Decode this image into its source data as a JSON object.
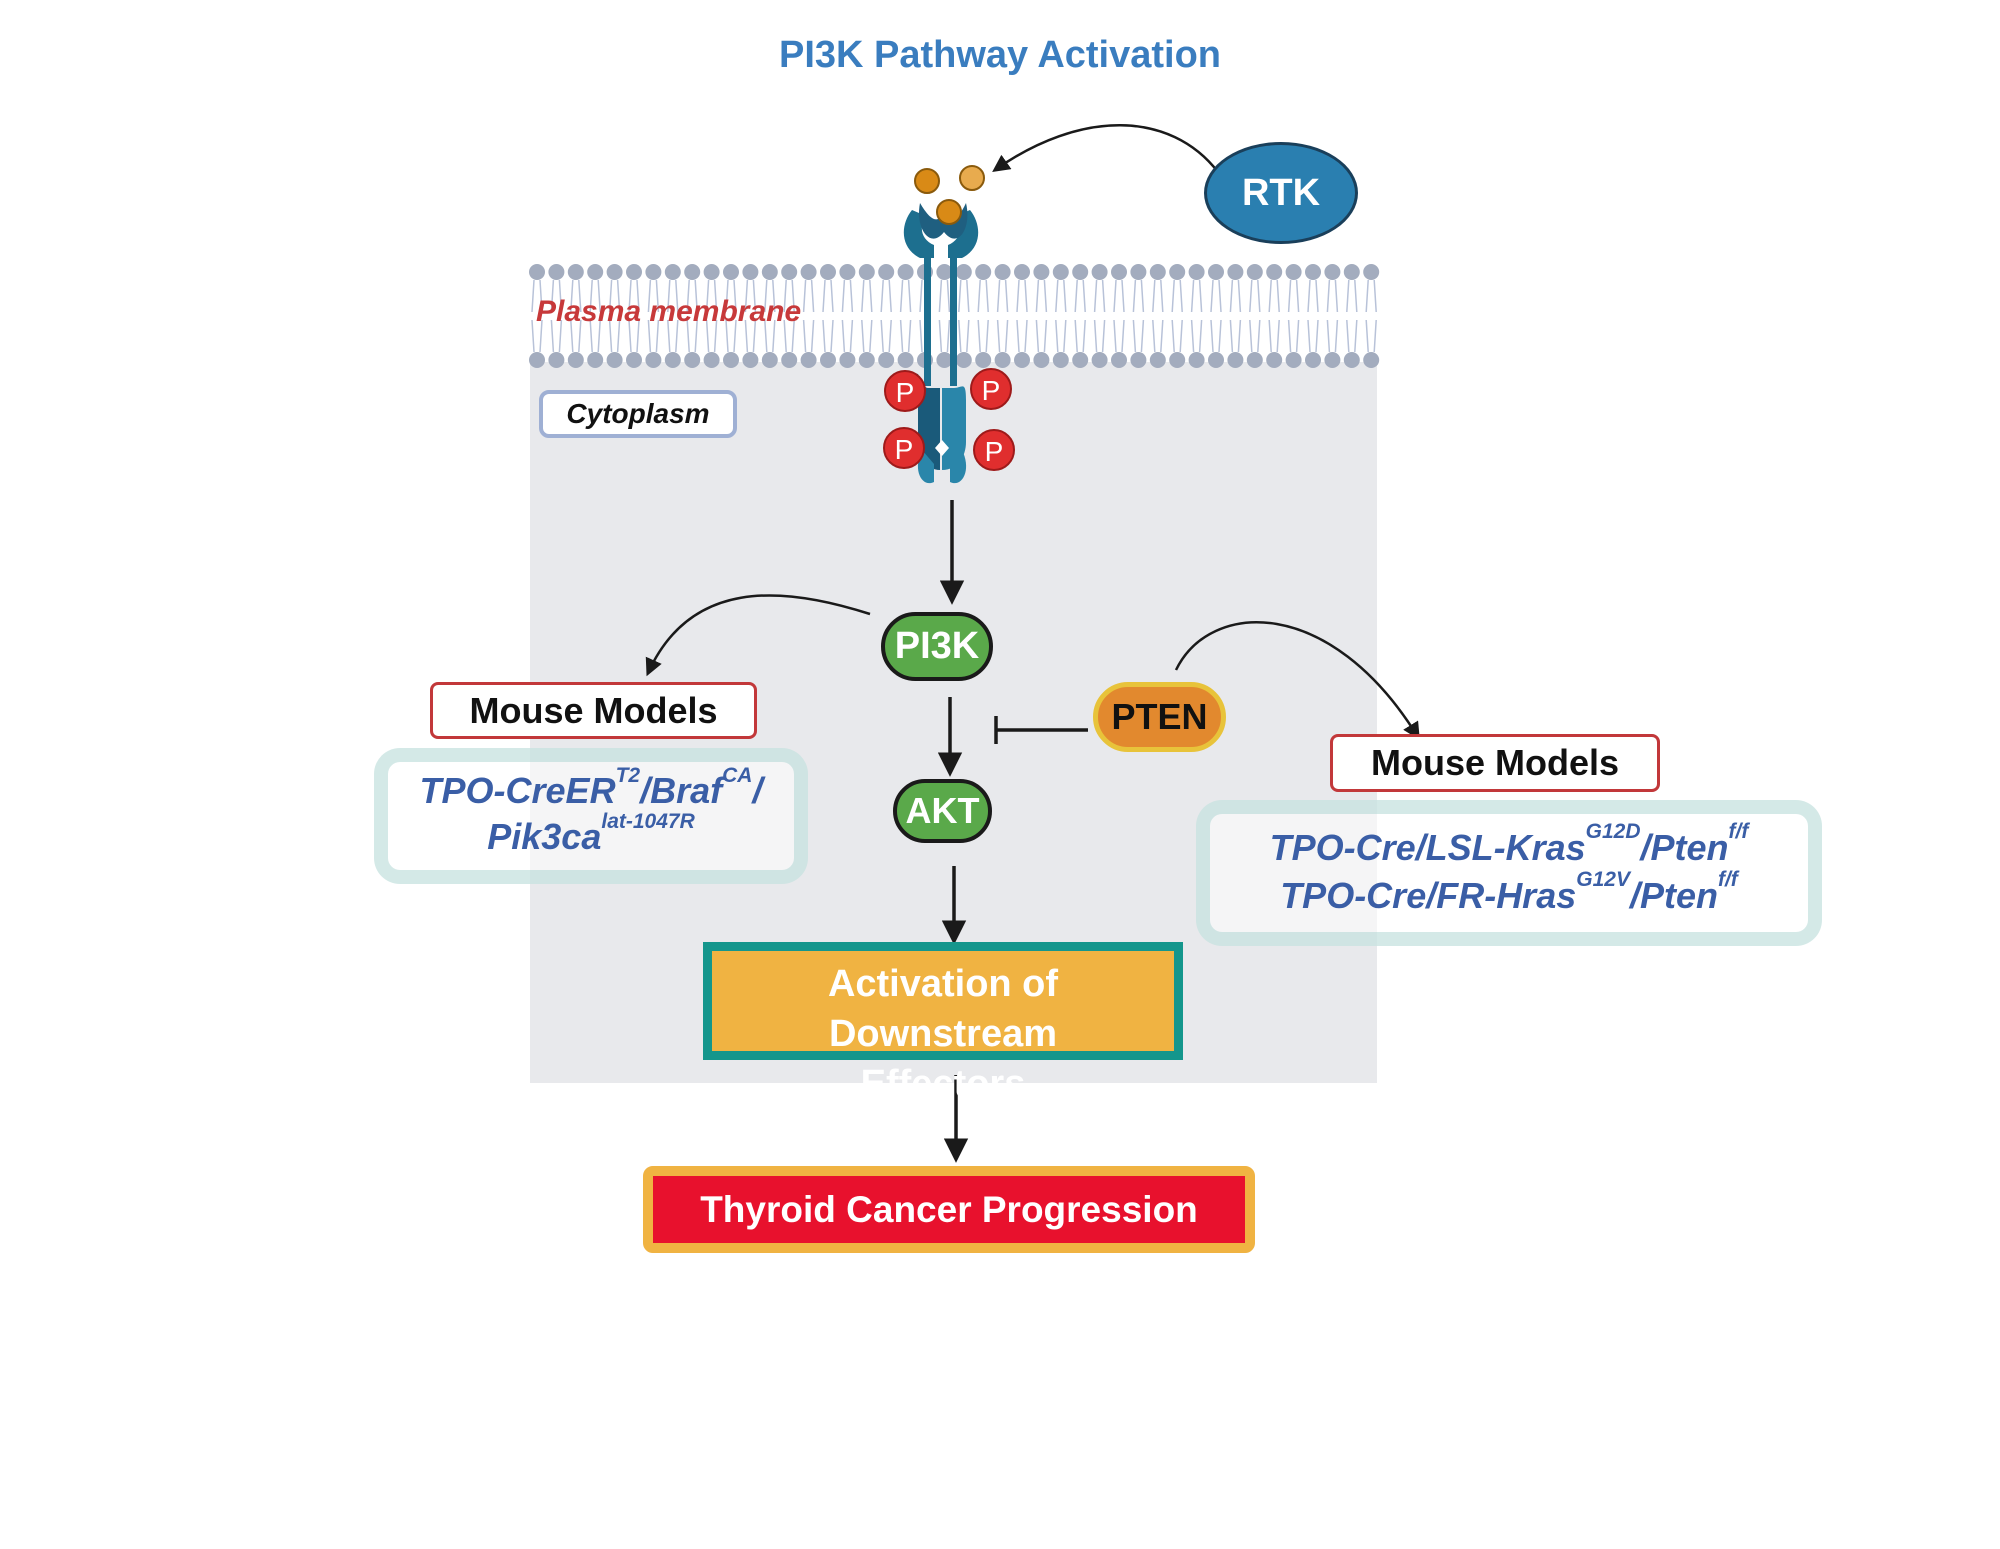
{
  "title": "PI3K Pathway Activation",
  "membrane_label": "Plasma membrane",
  "cytoplasm_label": "Cytoplasm",
  "rtk_label": "RTK",
  "phospho_label": "P",
  "pi3k_label": "PI3K",
  "akt_label": "AKT",
  "pten_label": "PTEN",
  "downstream_label": "Activation of Downstream Effectors",
  "outcome_label": "Thyroid Cancer Progression",
  "mouse_models_left": {
    "heading": "Mouse Models",
    "line1": {
      "a": "TPO-CreER",
      "a_sup": "T2",
      "b": "/Braf",
      "b_sup": "CA",
      "c": "/"
    },
    "line2": {
      "a": "Pik3ca",
      "a_sup": "lat-1047R"
    }
  },
  "mouse_models_right": {
    "heading": "Mouse Models",
    "line1": {
      "a": "TPO-Cre/LSL-Kras",
      "a_sup": "G12D",
      "b": "/Pten",
      "b_sup": "f/f"
    },
    "line2": {
      "a": "TPO-Cre/FR-Hras",
      "a_sup": "G12V",
      "b": "/Pten",
      "b_sup": "f/f"
    }
  },
  "colors": {
    "title": "#3a7dbf",
    "rtk": "#2a7fb0",
    "receptor": "#1d6f8f",
    "phospho": "#e02e2e",
    "ligand": "#d98a16",
    "node_green": "#5aa94a",
    "pten": "#e2892e",
    "downstream_fill": "#f0b342",
    "downstream_border": "#14968c",
    "cancer_fill": "#e8112d",
    "membrane_head": "#a3acbe",
    "cytoplasm": "#e8e9ec"
  }
}
